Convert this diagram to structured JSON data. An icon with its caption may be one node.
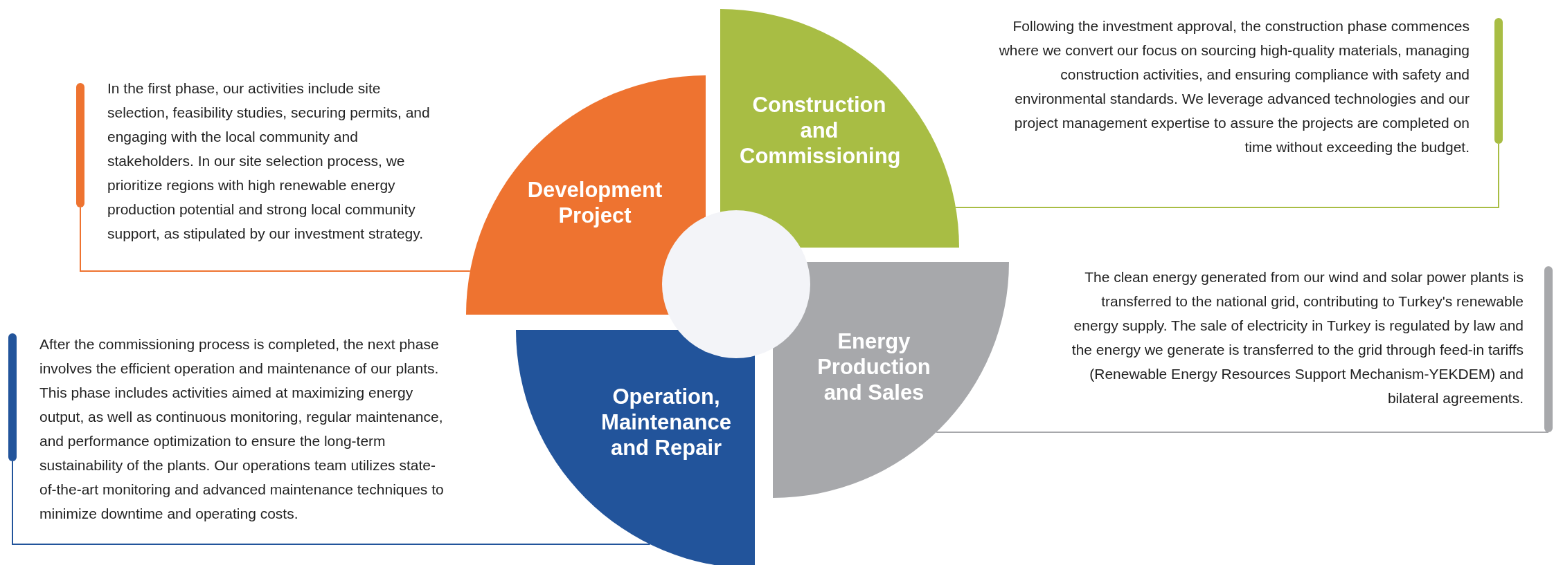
{
  "diagram": {
    "nodes": [
      {
        "text": [
          "Development Project"
        ]
      },
      {
        "text": [
          "Construction and Commissioning"
        ]
      },
      {
        "text": [
          "Energy Production and Sales"
        ]
      },
      {
        "text": [
          "Operation, Maintenance and Repair"
        ]
      },
      {
        "text": [
          "In the first phase, our activities include site selection, feasibility studies, securing permits, and engaging with the local community and stakeholders. In our site selection process, we prioritize regions with high renewable energy production potential and strong local community support, as stipulated by our investment strategy."
        ]
      },
      {
        "text": [
          "Following the investment approval, the construction phase commences where we convert our focus on sourcing high-quality materials, managing construction activities, and ensuring compliance with safety and environmental standards. We leverage advanced technologies and our project management expertise to assure the projects are completed on time without exceeding the budget."
        ]
      },
      {
        "text": [
          "The clean energy generated from our wind and solar power plants is transferred to the national grid, contributing to Turkey's renewable energy supply. The sale of electricity in Turkey is regulated by law and the energy we generate is transferred to the grid through feed-in tariffs (Renewable Energy Resources Support Mechanism-YEKDEM) and bilateral agreements."
        ]
      },
      {
        "text": [],
        "shape": "circle"
      },
      {
        "text": [
          "After the commissioning process is completed, the next phase involves the efficient operation and maintenance of our plants. This phase includes activities aimed at maximizing energy output, as well as continuous monitoring, regular maintenance, and performance optimization to ensure the long-term sustainability of the plants. Our operations team utilizes state-of-the-art monitoring and advanced maintenance techniques to minimize downtime and operating costs."
        ]
      }
    ],
    "edges": [
      {
        "from": 4,
        "to": 0,
        "arrow": "none",
        "color": "#ee7330"
      },
      {
        "from": 5,
        "to": 1,
        "arrow": "none",
        "color": "#a8bd44"
      },
      {
        "from": 6,
        "to": 2,
        "arrow": "none",
        "color": "#a7a8ab"
      },
      {
        "from": 8,
        "to": 3,
        "arrow": "none",
        "color": "#22549b"
      }
    ]
  }
}
